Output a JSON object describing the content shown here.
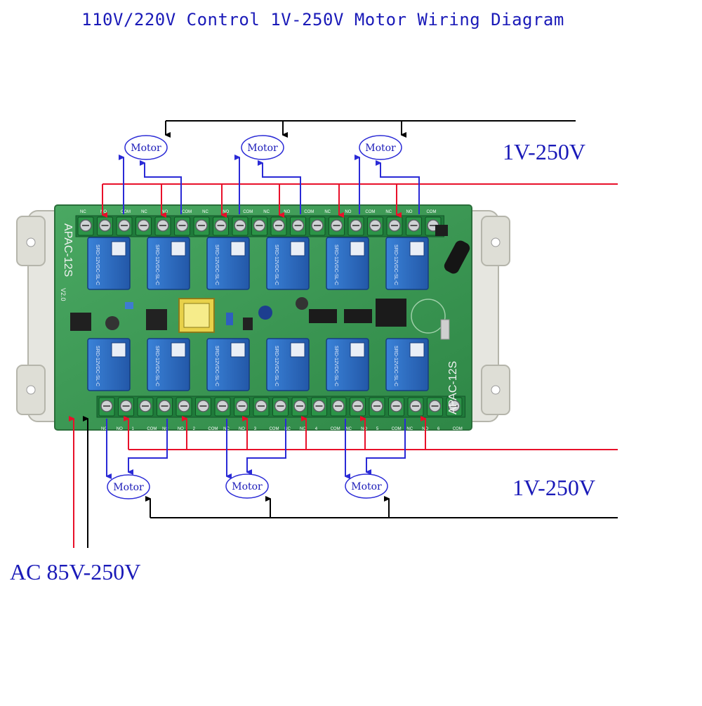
{
  "title": "110V/220V Control 1V-250V Motor Wiring Diagram",
  "voltage_top": "1V-250V",
  "voltage_bottom": "1V-250V",
  "ac_input": "AC 85V-250V",
  "motor_label": "Motor",
  "board": {
    "model_top": "APAC-12S",
    "model_right": "APAC-12S",
    "version": "V2.0",
    "relay_text": "SRD-12VDC-SL-C",
    "relay_count": 12
  },
  "terminal_labels": {
    "top": [
      "NC",
      "NO",
      "COM",
      "NC",
      "NO",
      "COM",
      "NC",
      "NO",
      "COM",
      "NC",
      "NO",
      "COM",
      "NC",
      "NO",
      "COM",
      "NC",
      "NO",
      "COM"
    ],
    "bottom": [
      "NC",
      "NO",
      "1",
      "COM",
      "NC",
      "NO",
      "2",
      "COM",
      "NC",
      "NO",
      "3",
      "COM",
      "NC",
      "NO",
      "4",
      "COM",
      "NC",
      "NO",
      "5",
      "COM",
      "NC",
      "NO",
      "6",
      "COM"
    ]
  },
  "colors": {
    "title": "#1a1ab8",
    "wire_red": "#e8102a",
    "wire_blue": "#2a2ad6",
    "wire_black": "#000000",
    "board_green": "#3f9a55",
    "relay_blue": "#2f6fc7",
    "enclosure": "#e6e6e0"
  }
}
